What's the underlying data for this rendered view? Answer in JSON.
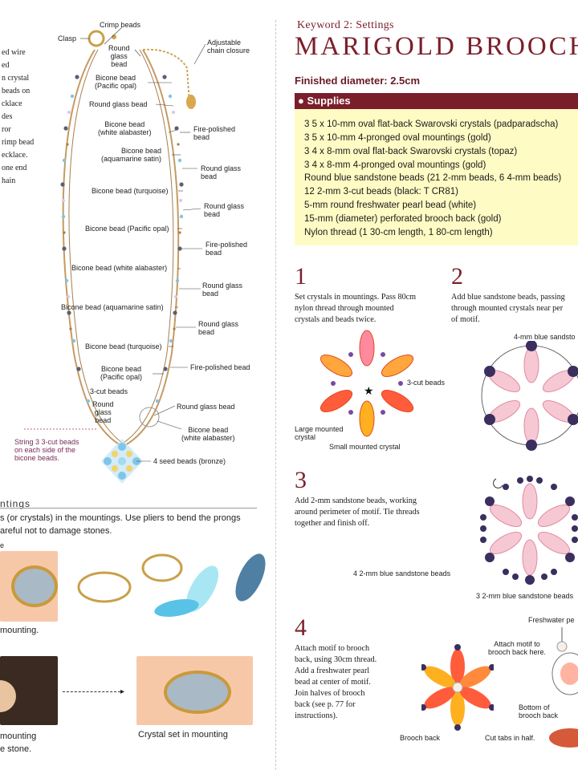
{
  "left_edge_lines": [
    "ed wire",
    "ed",
    "n crystal",
    "beads on",
    "cklace",
    "des",
    "ror",
    "rimp bead",
    "ecklace.",
    "one end",
    "hain"
  ],
  "necklace_labels": {
    "crimp": "Crimp beads",
    "clasp": "Clasp",
    "adjustable": [
      "Adjustable",
      "chain closure"
    ],
    "round_glass_top": [
      "Round",
      "glass",
      "bead"
    ],
    "bicone_pacific_1": [
      "Bicone bead",
      "(Pacific opal)"
    ],
    "round_glass_1": "Round glass bead",
    "bicone_white_1": [
      "Bicone bead",
      "(white alabaster)"
    ],
    "fire_polished_1": [
      "Fire-polished",
      "bead"
    ],
    "bicone_aqua_1": [
      "Bicone bead",
      "(aquamarine satin)"
    ],
    "round_glass_r1": [
      "Round glass",
      "bead"
    ],
    "bicone_turq_1": "Bicone bead (turquoise)",
    "round_glass_r2": [
      "Round glass",
      "bead"
    ],
    "bicone_pacific_2": "Bicone bead (Pacific opal)",
    "fire_polished_2": [
      "Fire-polished",
      "bead"
    ],
    "bicone_white_2": "Bicone bead (white alabaster)",
    "round_glass_r3": [
      "Round glass",
      "bead"
    ],
    "bicone_aqua_2": "Bicone bead (aquamarine satin)",
    "round_glass_r4": [
      "Round glass",
      "bead"
    ],
    "bicone_turq_2": "Bicone bead (turquoise)",
    "fire_polished_3": "Fire-polished bead",
    "bicone_pacific_3": [
      "Bicone bead",
      "(Pacific opal)"
    ],
    "three_cut": "3-cut beads",
    "round_glass_bottom": [
      "Round",
      "glass",
      "bead"
    ],
    "round_glass_r5": "Round glass bead",
    "bicone_white_3": [
      "Bicone bead",
      "(white alabaster)"
    ],
    "seed_beads": "4 seed beads (bronze)",
    "string_note": [
      "String 3 3-cut beads",
      "on each side of the",
      "bicone beads."
    ]
  },
  "settings_section": {
    "heading": "ntings",
    "text_line1": "s (or crystals) in the mountings. Use pliers to bend the prongs",
    "text_line2": "areful not to damage stones.",
    "tiny_label": "e",
    "cap_mounting": "mounting.",
    "cap_mounting2": "mounting",
    "cap_stone": "e stone.",
    "cap_crystal_set": "Crystal set in mounting"
  },
  "right": {
    "keyword": "Keyword 2: Settings",
    "title": "MARIGOLD BROOCH",
    "finished_diameter": "Finished diameter: 2.5cm",
    "supplies_label": "● Supplies",
    "supplies": [
      "3 5 x 10-mm oval flat-back Swarovski crystals (padparadscha)",
      "3 5 x 10-mm 4-pronged oval mountings (gold)",
      "3 4 x 8-mm oval flat-back Swarovski crystals (topaz)",
      "3 4 x 8-mm 4-pronged oval mountings (gold)",
      "Round blue sandstone beads (21 2-mm beads, 6 4-mm beads)",
      "12 2-mm 3-cut beads (black: T CR81)",
      "5-mm round freshwater pearl bead (white)",
      "15-mm (diameter) perforated brooch back (gold)",
      "Nylon thread (1 30-cm length, 1 80-cm length)"
    ]
  },
  "steps": [
    {
      "num": "1",
      "lines": [
        "Set crystals in mountings. Pass 80cm",
        "nylon thread through mounted",
        "crystals and beads twice."
      ]
    },
    {
      "num": "2",
      "lines": [
        "Add blue sandstone beads, passing",
        "through mounted crystals near per",
        "of motif."
      ]
    },
    {
      "num": "3",
      "lines": [
        "Add 2-mm sandstone beads, working",
        "around perimeter of motif. Tie threads",
        "together and finish off."
      ]
    },
    {
      "num": "4",
      "lines": [
        "Attach motif to brooch",
        "back, using 30cm thread.",
        "Add a freshwater pearl",
        "bead at center of motif.",
        "Join halves of brooch",
        "back (see p. 77 for",
        "instructions)."
      ]
    }
  ],
  "diagram_labels": {
    "three_cut_beads": "3-cut beads",
    "large_mounted": [
      "Large mounted",
      "crystal"
    ],
    "small_mounted": "Small mounted crystal",
    "four_mm_blue": "4-mm blue sandsto",
    "four_2mm_blue": "4 2-mm blue sandstone beads",
    "three_2mm_blue": "3 2-mm blue sandstone beads",
    "freshwater": "Freshwater pe",
    "attach_motif": [
      "Attach motif to",
      "brooch back here."
    ],
    "bottom_back": [
      "Bottom of",
      "brooch back"
    ],
    "brooch_back": "Brooch back",
    "cut_tabs": "Cut tabs in half."
  }
}
